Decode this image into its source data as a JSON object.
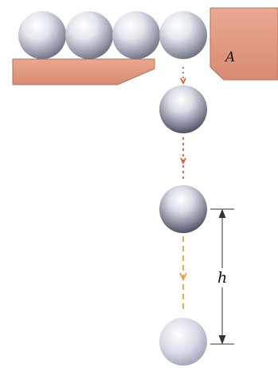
{
  "labels": {
    "gate": "A",
    "height": "h"
  },
  "colors": {
    "plate_fill": "#e39a82",
    "plate_edge": "#b86e58",
    "ball_light": "#ffffff",
    "ball_mid": "#c9ccd8",
    "ball_dark": "#2e2e3a",
    "path_orange": "#e8a03a",
    "path_red": "#e0583a",
    "dimension_line": "#333333"
  },
  "icons": {
    "ball": "steel-ball",
    "arrow": "dashed-path-arrow"
  }
}
